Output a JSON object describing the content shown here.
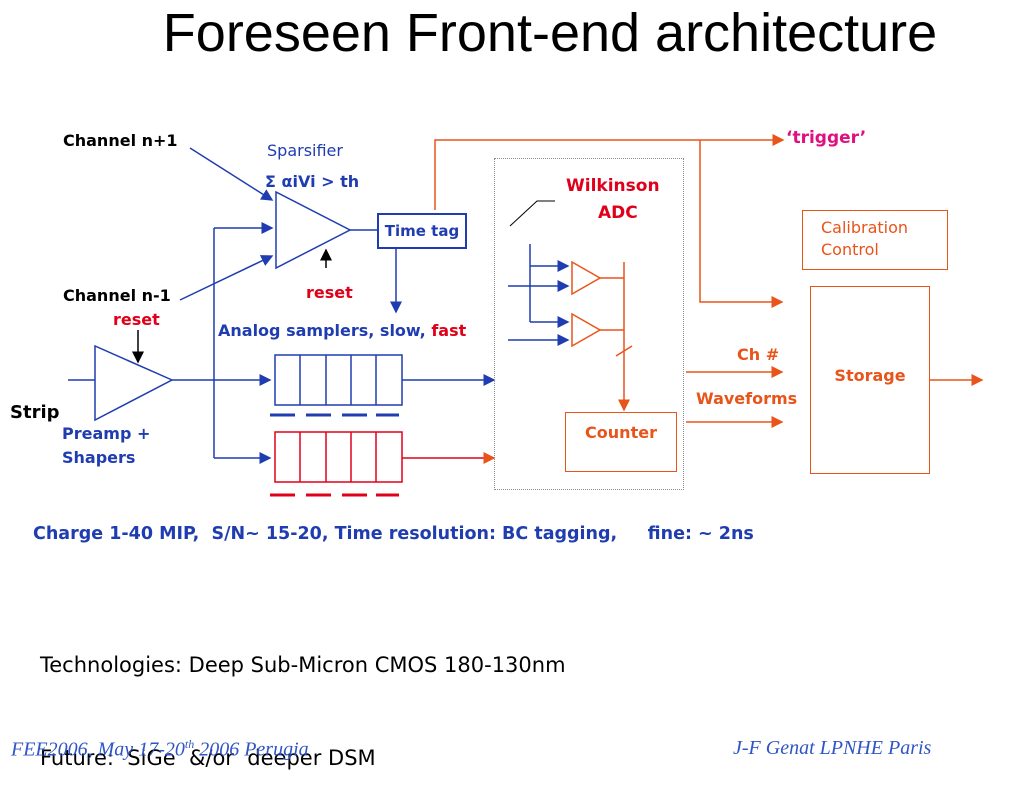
{
  "title": "Foreseen Front-end architecture",
  "labels": {
    "channel_n_plus_1": "Channel n+1",
    "channel_n_minus_1": "Channel n-1",
    "reset_left": "reset",
    "strip": "Strip",
    "preamp": "Preamp +",
    "shapers": "Shapers",
    "sparsifier": "Sparsifier",
    "sum_formula": "Σ αiVi > th",
    "reset_mid": "reset",
    "time_tag": "Time tag",
    "analog_samplers_prefix": "Analog samplers, slow, ",
    "analog_samplers_fast": "fast",
    "trigger": "‘trigger’",
    "wilkinson_line1": "Wilkinson",
    "wilkinson_line2": "ADC",
    "calibration_line1": "Calibration",
    "calibration_line2": "Control",
    "ch_number": "Ch #",
    "waveforms": "Waveforms",
    "storage": "Storage",
    "counter": "Counter"
  },
  "summary_line": "Charge 1-40 MIP,  S/N~ 15-20, Time resolution: BC tagging,     fine: ~ 2ns",
  "technologies": "Technologies: Deep Sub-Micron CMOS 180-130nm",
  "future": "Future:  SiGe  &/or  deeper DSM",
  "footer": {
    "left_prefix": "FEE2006, May 17-20",
    "left_sup": "th",
    "left_suffix": " 2006 Perugia",
    "right": "J-F Genat LPNHE Paris"
  },
  "colors": {
    "blue": "#1f3db0",
    "red": "#e0001a",
    "orange": "#e8541a",
    "footer_blue": "#2f55c6"
  }
}
